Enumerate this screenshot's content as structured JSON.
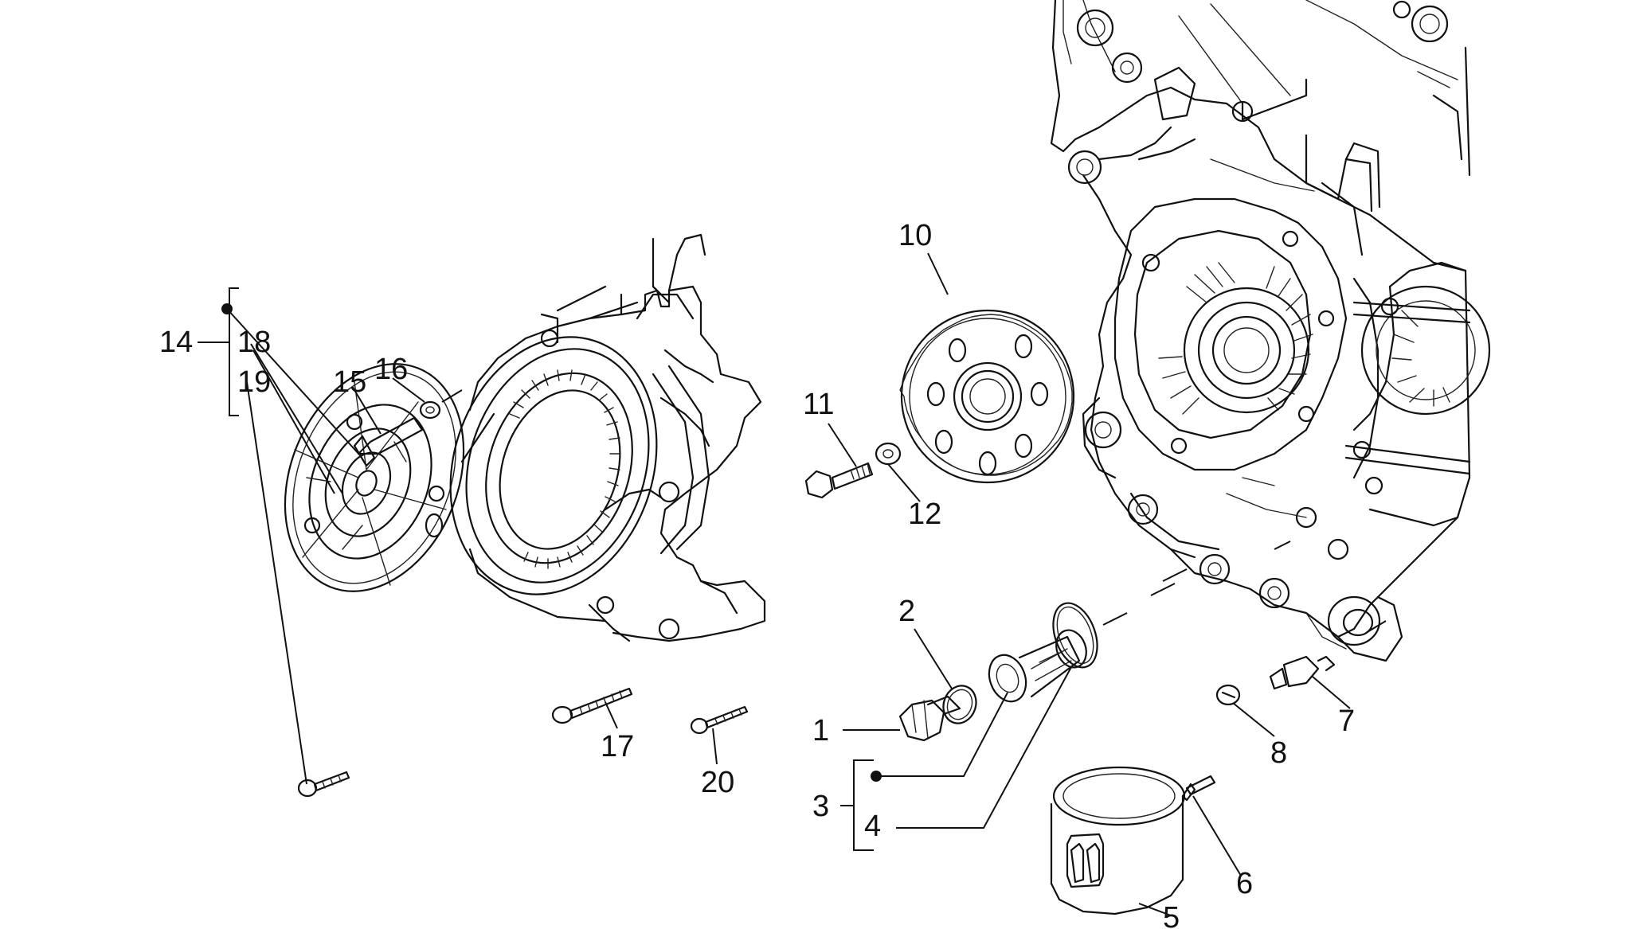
{
  "labels": {
    "p1": "1",
    "p2": "2",
    "p3": "3",
    "p4": "4",
    "p5": "5",
    "p6": "6",
    "p7": "7",
    "p8": "8",
    "p10": "10",
    "p11": "11",
    "p12": "12",
    "p14": "14",
    "p15": "15",
    "p16": "16",
    "p17": "17",
    "p18": "18",
    "p19": "19",
    "p20": "20"
  }
}
